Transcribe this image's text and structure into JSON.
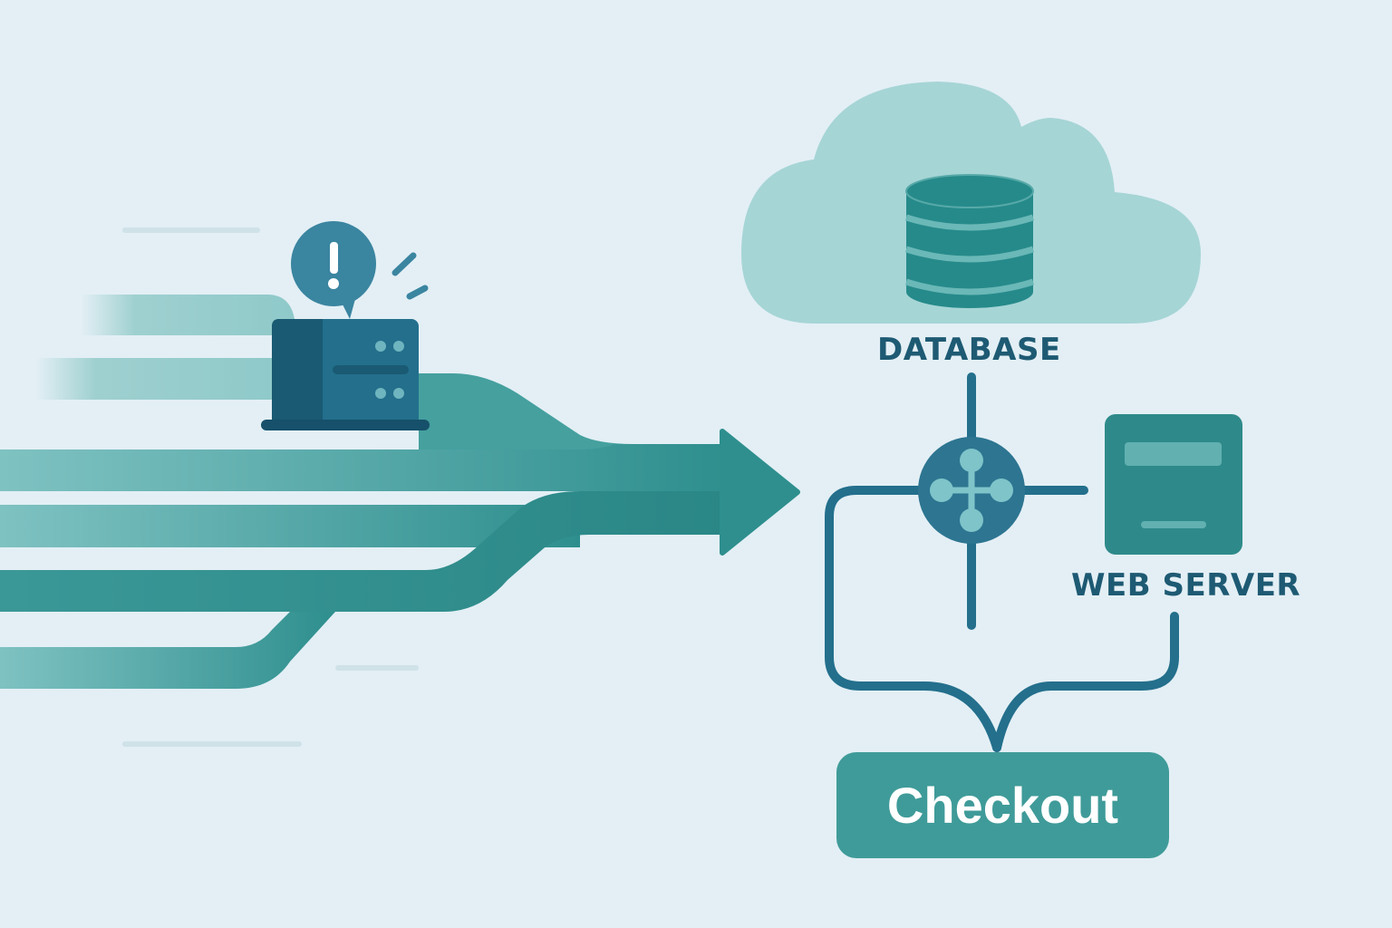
{
  "diagram": {
    "nodes": {
      "database": {
        "label": "DATABASE",
        "icon": "database-icon",
        "container": "cloud"
      },
      "web_server": {
        "label": "WEB SERVER",
        "icon": "server-panel-icon"
      },
      "router": {
        "icon": "network-hub-icon"
      },
      "legacy_server": {
        "icon": "server-icon",
        "alert_icon": "exclamation-icon"
      },
      "checkout": {
        "label": "Checkout"
      }
    },
    "colors": {
      "background": "#e3eff5",
      "teal_dark": "#2a8a89",
      "teal_light": "#9fd0d0",
      "navy": "#236f8c",
      "label": "#1e5a73",
      "button": "#3f9b99"
    }
  }
}
